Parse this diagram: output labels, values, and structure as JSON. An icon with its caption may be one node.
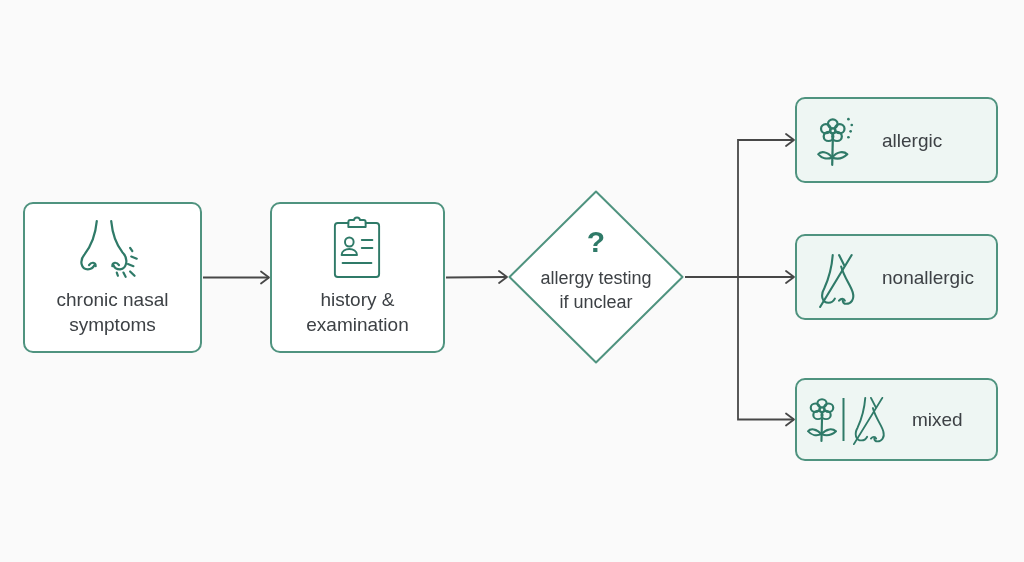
{
  "diagram": {
    "nodes": [
      {
        "text": [
          "chronic nasal symptoms"
        ]
      },
      {
        "text": [
          "history & examination"
        ]
      },
      {
        "text": [
          "?",
          "allergy testing if unclear"
        ]
      },
      {
        "text": [
          "allergic"
        ]
      },
      {
        "text": [
          "nonallergic"
        ]
      },
      {
        "text": [
          "mixed"
        ]
      }
    ],
    "edges": [
      {
        "from": 0,
        "to": 1,
        "arrow": "to"
      },
      {
        "from": 1,
        "to": 2,
        "arrow": "to"
      },
      {
        "from": 2,
        "to": 3,
        "arrow": "to"
      },
      {
        "from": 2,
        "to": 4,
        "arrow": "to"
      },
      {
        "from": 2,
        "to": 5,
        "arrow": "to"
      }
    ]
  }
}
